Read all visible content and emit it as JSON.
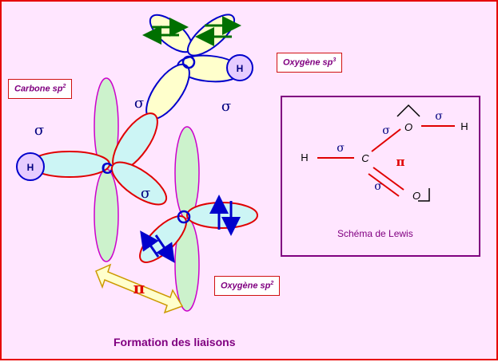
{
  "labels": {
    "carbone": {
      "text": "Carbone sp",
      "sup": "2"
    },
    "oxygene_sp3": {
      "text": "Oxygène sp",
      "sup": "3"
    },
    "oxygene_sp2": {
      "text": "Oxygène sp",
      "sup": "2"
    }
  },
  "caption": "Formation des liaisons",
  "orbitals": {
    "sigma": "σ",
    "pi": "π",
    "carbon_atom": "C",
    "oxygen_atom": "O",
    "hydrogen_atom": "H"
  },
  "lewis": {
    "title": "Schéma de Lewis",
    "atoms": {
      "h_left": "H",
      "c": "C",
      "o_top": "O",
      "h_right": "H",
      "o_bottom": "O"
    },
    "sigma": "σ",
    "pi": "π"
  },
  "colors": {
    "background": "#ffe6ff",
    "outer_border": "#e60000",
    "label_text": "#800080",
    "sigma_lobe_fill": "#ccf5f5",
    "p_lobe_fill": "#ccf2cc",
    "sp3_lobe_fill": "#ffffcc",
    "lobe_outline_red": "#e00000",
    "lobe_outline_blue": "#0000cc",
    "lobe_outline_magenta": "#cc00cc",
    "hydrogen_fill": "#e6ccff",
    "arrow_green": "#007000",
    "arrow_blue": "#0000cc",
    "pi_arrow_fill": "#ffffcc",
    "pi_arrow_outline": "#cc9900"
  }
}
